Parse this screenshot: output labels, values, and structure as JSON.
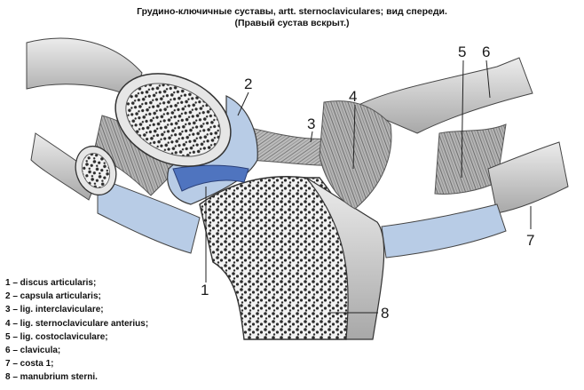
{
  "title": "Грудино-ключичные суставы, artt. sternoclaviculares; вид спереди.",
  "subtitle": "(Правый сустав вскрыт.)",
  "callouts": [
    "1",
    "2",
    "3",
    "4",
    "5",
    "6",
    "7",
    "8"
  ],
  "legend": [
    "1 – discus articularis;",
    "2 – capsula articularis;",
    "3 – lig. interclaviculare;",
    "4 – lig. sternoclaviculare anterius;",
    "5 – lig. costoclaviculare;",
    "6 – clavicula;",
    "7 – costa 1;",
    "8 – manubrium sterni."
  ],
  "colors": {
    "bone": "#d6d6d6",
    "bone_dark": "#9a9a9a",
    "spongy": "#2c2c2c",
    "cartilage": "#b8cce6",
    "disc_blue": "#4f74bf",
    "ligament": "#a9a9a9"
  }
}
